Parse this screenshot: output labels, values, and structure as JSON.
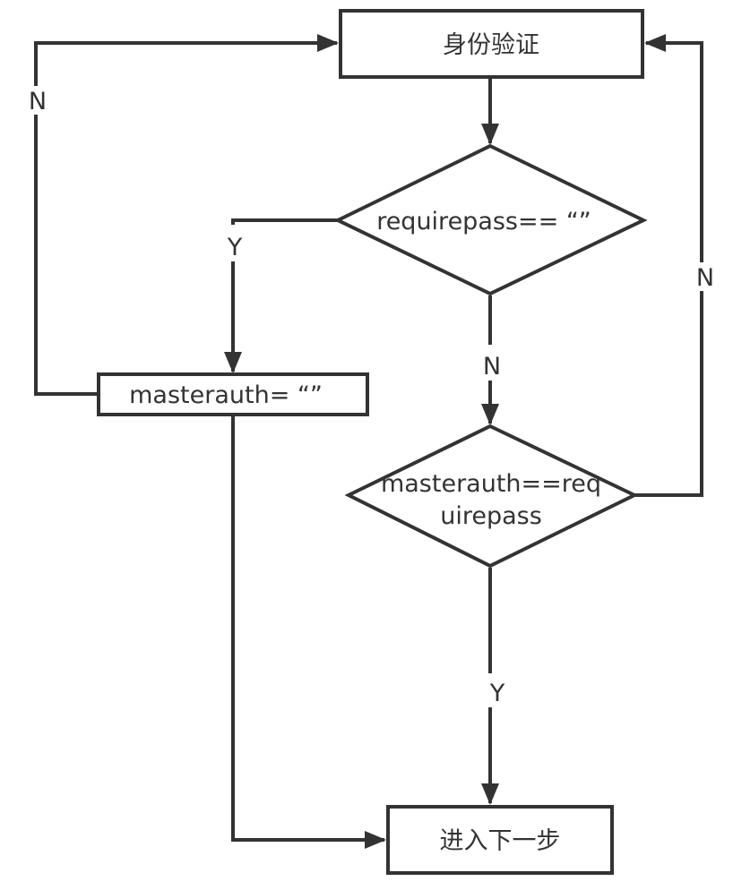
{
  "nodes": {
    "auth": {
      "label": "身份验证",
      "shape": "rectangle"
    },
    "requirepass_check": {
      "label": "requirepass==  “”",
      "shape": "diamond"
    },
    "masterauth_empty": {
      "label": "masterauth=  “”",
      "shape": "rectangle"
    },
    "masterauth_check": {
      "label_line1": "masterauth==req",
      "label_line2": "uirepass",
      "shape": "diamond"
    },
    "next_step": {
      "label": "进入下一步",
      "shape": "rectangle"
    }
  },
  "edges": {
    "label_y_left": "Y",
    "label_n_left": "N",
    "label_n_middle": "N",
    "label_n_right": "N",
    "label_y_bottom": "Y"
  },
  "colors": {
    "stroke": "#333333",
    "text": "#333333",
    "background": "#ffffff"
  }
}
